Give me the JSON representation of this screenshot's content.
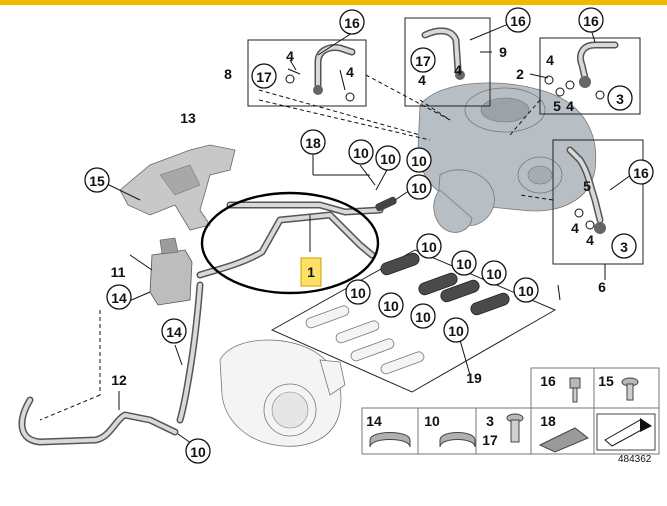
{
  "colors": {
    "accent_gold": "#f0b800",
    "highlight_yellow": "#ffe066",
    "line": "#111111"
  },
  "highlighted_part": "1",
  "part_number": "484362",
  "callouts": [
    {
      "id": "c16a",
      "label": "16"
    },
    {
      "id": "c16b",
      "label": "16"
    },
    {
      "id": "c16c",
      "label": "16"
    },
    {
      "id": "c16d",
      "label": "16"
    },
    {
      "id": "c17a",
      "label": "17"
    },
    {
      "id": "c17b",
      "label": "17"
    },
    {
      "id": "c3a",
      "label": "3"
    },
    {
      "id": "c3b",
      "label": "3"
    },
    {
      "id": "c18",
      "label": "18"
    },
    {
      "id": "c15",
      "label": "15"
    },
    {
      "id": "c14a",
      "label": "14"
    },
    {
      "id": "c14b",
      "label": "14"
    },
    {
      "id": "c10a",
      "label": "10"
    },
    {
      "id": "c10b",
      "label": "10"
    },
    {
      "id": "c10c",
      "label": "10"
    },
    {
      "id": "c10d",
      "label": "10"
    },
    {
      "id": "c10e",
      "label": "10"
    },
    {
      "id": "c10f",
      "label": "10"
    },
    {
      "id": "c10g",
      "label": "10"
    },
    {
      "id": "c10h",
      "label": "10"
    },
    {
      "id": "c10i",
      "label": "10"
    },
    {
      "id": "c10j",
      "label": "10"
    },
    {
      "id": "c10k",
      "label": "10"
    },
    {
      "id": "c10l",
      "label": "10"
    },
    {
      "id": "c10m",
      "label": "10"
    },
    {
      "id": "c10n",
      "label": "10"
    },
    {
      "id": "c10o",
      "label": "10"
    },
    {
      "id": "c10p",
      "label": "10"
    }
  ],
  "labels": [
    {
      "id": "l8",
      "label": "8"
    },
    {
      "id": "l9",
      "label": "9"
    },
    {
      "id": "l2",
      "label": "2"
    },
    {
      "id": "l4a",
      "label": "4"
    },
    {
      "id": "l4b",
      "label": "4"
    },
    {
      "id": "l4c",
      "label": "4"
    },
    {
      "id": "l4d",
      "label": "4"
    },
    {
      "id": "l4e",
      "label": "4"
    },
    {
      "id": "l4f",
      "label": "4"
    },
    {
      "id": "l4g",
      "label": "4"
    },
    {
      "id": "l4h",
      "label": "4"
    },
    {
      "id": "l5a",
      "label": "5"
    },
    {
      "id": "l5b",
      "label": "5"
    },
    {
      "id": "l13",
      "label": "13"
    },
    {
      "id": "l11",
      "label": "11"
    },
    {
      "id": "l12",
      "label": "12"
    },
    {
      "id": "l6",
      "label": "6"
    },
    {
      "id": "l19",
      "label": "19"
    }
  ],
  "legend": [
    {
      "label": "16"
    },
    {
      "label": "15"
    },
    {
      "label": "14"
    },
    {
      "label": "10"
    },
    {
      "label": "3"
    },
    {
      "label": "17"
    },
    {
      "label": "18"
    }
  ]
}
